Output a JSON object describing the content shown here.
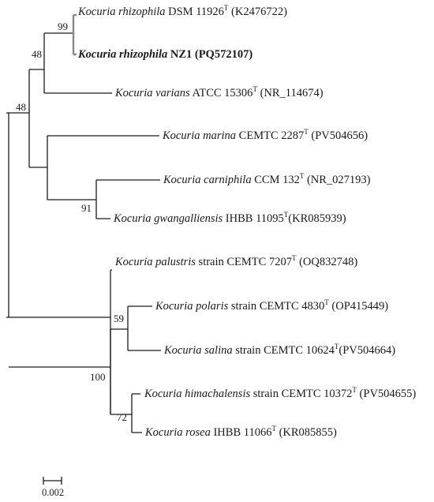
{
  "tree": {
    "taxa": [
      {
        "genus_species": "Kocuria rhizophila",
        "strain": "DSM 11926",
        "type_mark": "T",
        "accession": "(K2476722)",
        "bold": false
      },
      {
        "genus_species": "Kocuria rhizophila",
        "strain": "NZ1",
        "type_mark": "",
        "accession": "(PQ572107)",
        "bold": true
      },
      {
        "genus_species": "Kocuria varians",
        "strain": "ATCC 15306",
        "type_mark": "T",
        "accession": "(NR_114674)",
        "bold": false
      },
      {
        "genus_species": "Kocuria marina",
        "strain": "CEMTC 2287",
        "type_mark": "T",
        "accession": "(PV504656)",
        "bold": false
      },
      {
        "genus_species": "Kocuria carniphila",
        "strain": "CCM 132",
        "type_mark": "T",
        "accession": "(NR_027193)",
        "bold": false
      },
      {
        "genus_species": "Kocuria gwangalliensis",
        "strain": "IHBB 11095",
        "type_mark": "T",
        "accession": "(KR085939)",
        "bold": false
      },
      {
        "genus_species": "Kocuria palustris",
        "strain": "strain CEMTC 7207",
        "type_mark": "T",
        "accession": "(OQ832748)",
        "bold": false
      },
      {
        "genus_species": "Kocuria polaris",
        "strain": "strain CEMTC 4830",
        "type_mark": "T",
        "accession": "(OP415449)",
        "bold": false
      },
      {
        "genus_species": "Kocuria salina",
        "strain": "strain CEMTC 10624",
        "type_mark": "T",
        "accession": "(PV504664)",
        "bold": false
      },
      {
        "genus_species": "Kocuria himachalensis",
        "strain": "strain CEMTC 10372",
        "type_mark": "T",
        "accession": "(PV504655)",
        "bold": false
      },
      {
        "genus_species": "Kocuria rosea",
        "strain": "IHBB 11066",
        "type_mark": "T",
        "accession": "(KR085855)",
        "bold": false
      }
    ],
    "bootstrap_values": [
      "99",
      "48",
      "48",
      "91",
      "59",
      "100",
      "72"
    ],
    "scale_bar_label": "0.002",
    "colors": {
      "branch": "#1a1a1a",
      "highlight_branch": "#888888"
    }
  }
}
